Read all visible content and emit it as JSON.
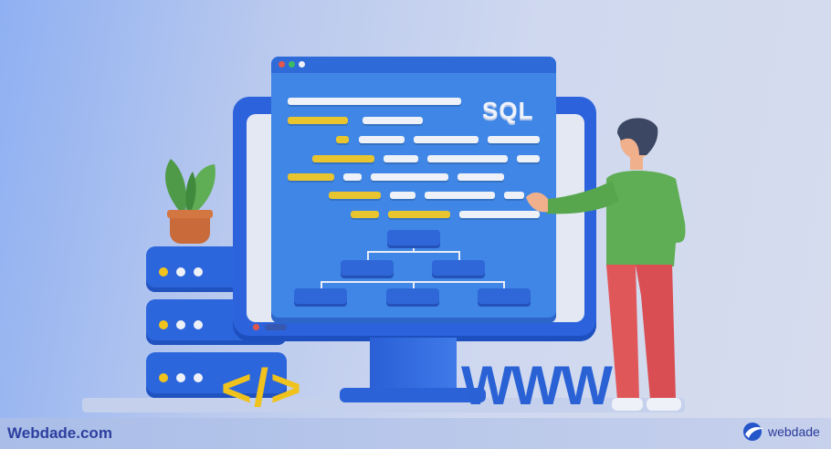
{
  "illustration": {
    "screen_label": "SQL",
    "code_symbol": "</>",
    "web_label": "WWW",
    "window_dots": [
      "#e2574c",
      "#3dbb63",
      "#eef1f7"
    ],
    "server_units": 3,
    "colors": {
      "primary_blue": "#2c66dc",
      "screen_blue": "#3f86e6",
      "code_yellow": "#e8c52e",
      "shirt_green": "#5fae55",
      "pants_red": "#e0575a"
    }
  },
  "footer": {
    "left_brand": "Webdade.com",
    "right_brand": "webdade",
    "logo_icon": "webdade-swirl-icon"
  }
}
